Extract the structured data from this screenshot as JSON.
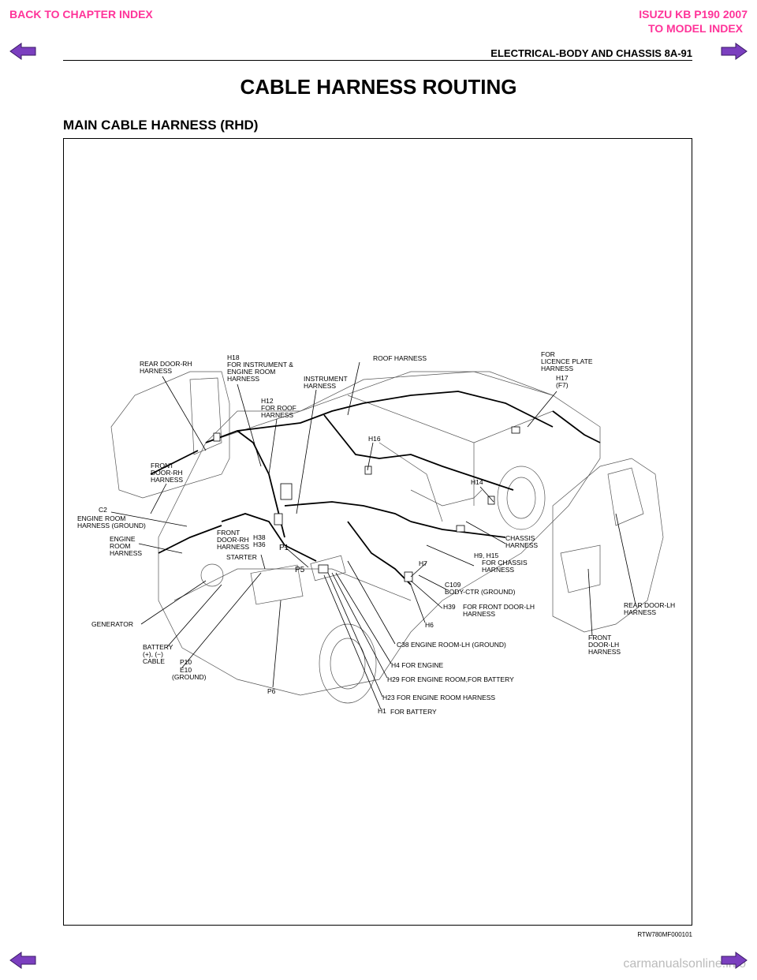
{
  "nav": {
    "back_chapter": "BACK TO CHAPTER INDEX",
    "model_line1": "ISUZU KB P190 2007",
    "model_line2": "TO MODEL INDEX"
  },
  "header": {
    "section": "ELECTRICAL-BODY AND CHASSIS  8A-91"
  },
  "page_title": "CABLE HARNESS ROUTING",
  "subtitle": "MAIN CABLE HARNESS (RHD)",
  "figure_code": "RTW780MF000101",
  "watermark": "carmanualsonline.info",
  "icons": {
    "prev": "arrow-left-icon",
    "next": "arrow-right-icon"
  },
  "colors": {
    "nav_link": "#ff3399",
    "arrow_fill": "#7b3fbf"
  },
  "labels": {
    "rear_door_rh": [
      "REAR DOOR-RH",
      "HARNESS"
    ],
    "h18": [
      "H18",
      "FOR INSTRUMENT &",
      "ENGINE ROOM",
      "HARNESS"
    ],
    "roof": "ROOF HARNESS",
    "licence": [
      "FOR",
      "LICENCE PLATE",
      "HARNESS"
    ],
    "h17": [
      "H17",
      "(F7)"
    ],
    "instrument": [
      "INSTRUMENT",
      "HARNESS"
    ],
    "h12": [
      "H12",
      "FOR ROOF",
      "HARNESS"
    ],
    "h16": "H16",
    "front_door_rh": [
      "FRONT",
      "DOOR-RH",
      "HARNESS"
    ],
    "h14": "H14",
    "c2": "C2",
    "engine_room_ground": [
      "ENGINE ROOM",
      "HARNESS (GROUND)"
    ],
    "engine_room": [
      "ENGINE",
      "ROOM",
      "HARNESS"
    ],
    "front_door_rh2": [
      "FRONT",
      "DOOR-RH",
      "HARNESS"
    ],
    "h38": "H38",
    "h36": "H36",
    "p1": "P1",
    "starter": "STARTER",
    "p5": "P5",
    "chassis": [
      "CHASSIS",
      "HARNESS"
    ],
    "h9_h15": "H9, H15",
    "for_chassis": [
      "FOR CHASSIS",
      "HARNESS"
    ],
    "h7": "H7",
    "c109": [
      "C109",
      "BODY-CTR (GROUND)"
    ],
    "h39": "H39",
    "for_front_door_lh": [
      "FOR FRONT DOOR-LH",
      "HARNESS"
    ],
    "h6": "H6",
    "rear_door_lh": [
      "REAR DOOR-LH",
      "HARNESS"
    ],
    "generator": "GENERATOR",
    "c38": "C38  ENGINE ROOM-LH (GROUND)",
    "front_door_lh": [
      "FRONT",
      "DOOR-LH",
      "HARNESS"
    ],
    "battery": [
      "BATTERY",
      "(+), (−)",
      "CABLE"
    ],
    "p10": "P10",
    "e10": [
      "E10",
      "(GROUND)"
    ],
    "h4": "H4  FOR ENGINE",
    "h29": "H29  FOR ENGINE ROOM,FOR BATTERY",
    "p6": "P6",
    "h23": "H23   FOR ENGINE ROOM HARNESS",
    "h1": "H1",
    "for_battery": "FOR BATTERY"
  }
}
